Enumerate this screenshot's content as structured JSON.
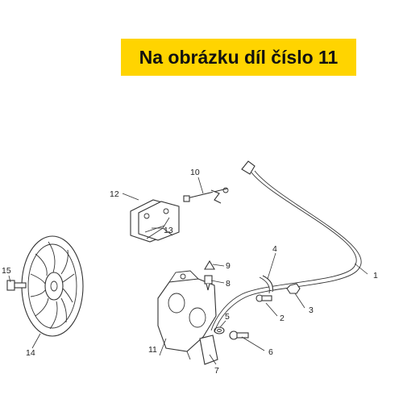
{
  "banner": {
    "text": "Na obrázku díl číslo 11",
    "color": "#ffd400"
  },
  "callouts": {
    "c1": "1",
    "c2": "2",
    "c3": "3",
    "c4": "4",
    "c5": "5",
    "c6": "6",
    "c7": "7",
    "c8": "8",
    "c9": "9",
    "c10": "10",
    "c11": "11",
    "c12": "12",
    "c13": "13",
    "c14": "14",
    "c15": "15"
  }
}
